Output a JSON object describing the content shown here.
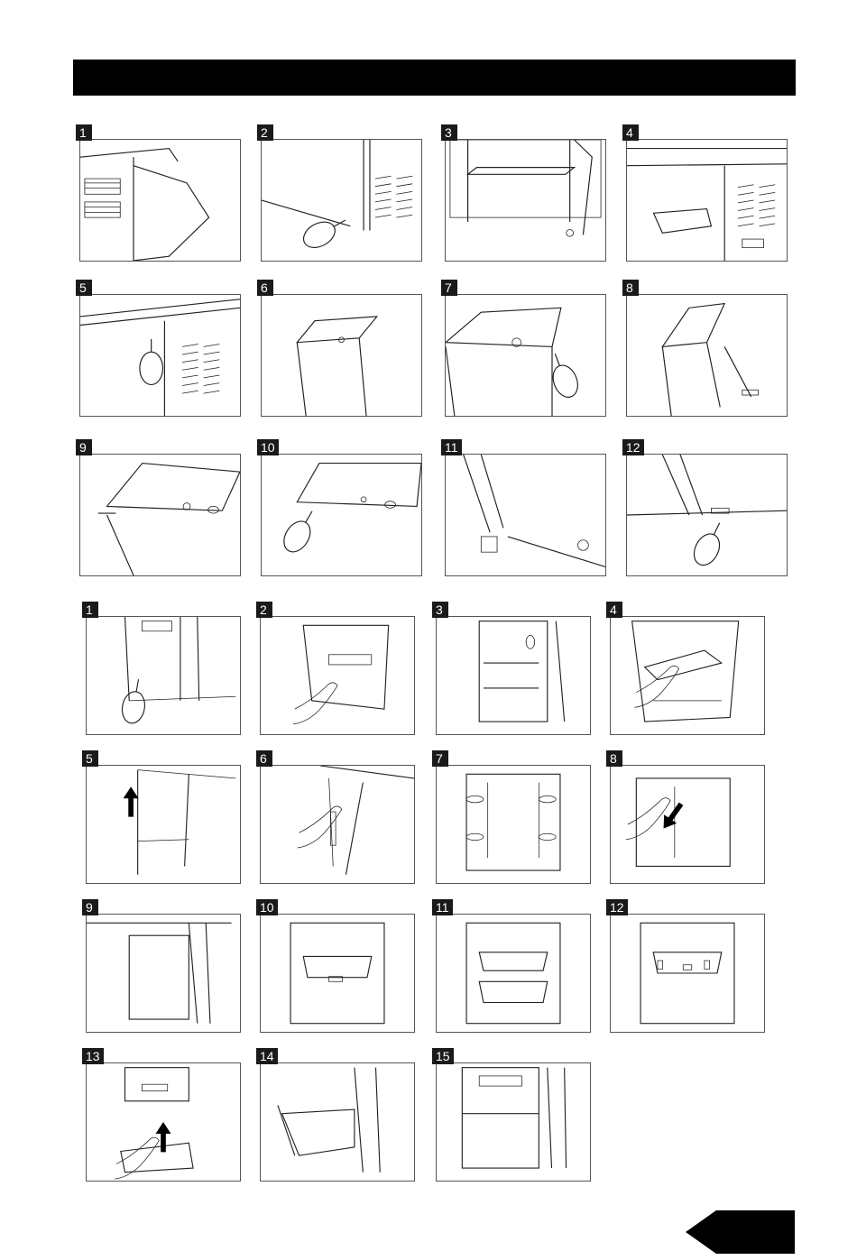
{
  "colors": {
    "ink": "#000000",
    "badge": "#1a1a1a",
    "frame": "#555555"
  },
  "section_a": {
    "steps": [
      {
        "num": "1",
        "illustration": "open-door-cabinet-icon"
      },
      {
        "num": "2",
        "illustration": "screwdriver-bottom-hinge-icon"
      },
      {
        "num": "3",
        "illustration": "cabinet-interior-shelf-icon"
      },
      {
        "num": "4",
        "illustration": "shelf-removed-icon"
      },
      {
        "num": "5",
        "illustration": "screwdriver-top-screw-icon"
      },
      {
        "num": "6",
        "illustration": "door-top-view-icon"
      },
      {
        "num": "7",
        "illustration": "screwdriver-door-top-icon"
      },
      {
        "num": "8",
        "illustration": "hinge-pin-removal-icon"
      },
      {
        "num": "9",
        "illustration": "hinge-pin-insert-icon"
      },
      {
        "num": "10",
        "illustration": "screwdriver-door-corner-icon"
      },
      {
        "num": "11",
        "illustration": "bottom-hinge-bracket-icon"
      },
      {
        "num": "12",
        "illustration": "screwdriver-bottom-bracket-icon"
      }
    ]
  },
  "section_b": {
    "steps": [
      {
        "num": "1",
        "illustration": "door-closed-icon"
      },
      {
        "num": "2",
        "illustration": "hand-open-door-icon"
      },
      {
        "num": "3",
        "illustration": "cabinet-shelves-icon"
      },
      {
        "num": "4",
        "illustration": "hand-remove-shelf-icon"
      },
      {
        "num": "5",
        "illustration": "arrow-up-rail-icon"
      },
      {
        "num": "6",
        "illustration": "hand-rail-clip-icon"
      },
      {
        "num": "7",
        "illustration": "rail-screws-icon"
      },
      {
        "num": "8",
        "illustration": "arrow-down-rail-icon"
      },
      {
        "num": "9",
        "illustration": "empty-cabinet-icon"
      },
      {
        "num": "10",
        "illustration": "drawer-install-icon"
      },
      {
        "num": "11",
        "illustration": "two-drawers-icon"
      },
      {
        "num": "12",
        "illustration": "drawer-clips-icon"
      },
      {
        "num": "13",
        "illustration": "arrow-up-drawer-icon"
      },
      {
        "num": "14",
        "illustration": "drawer-pulled-out-icon"
      },
      {
        "num": "15",
        "illustration": "drawers-closed-icon"
      }
    ]
  }
}
